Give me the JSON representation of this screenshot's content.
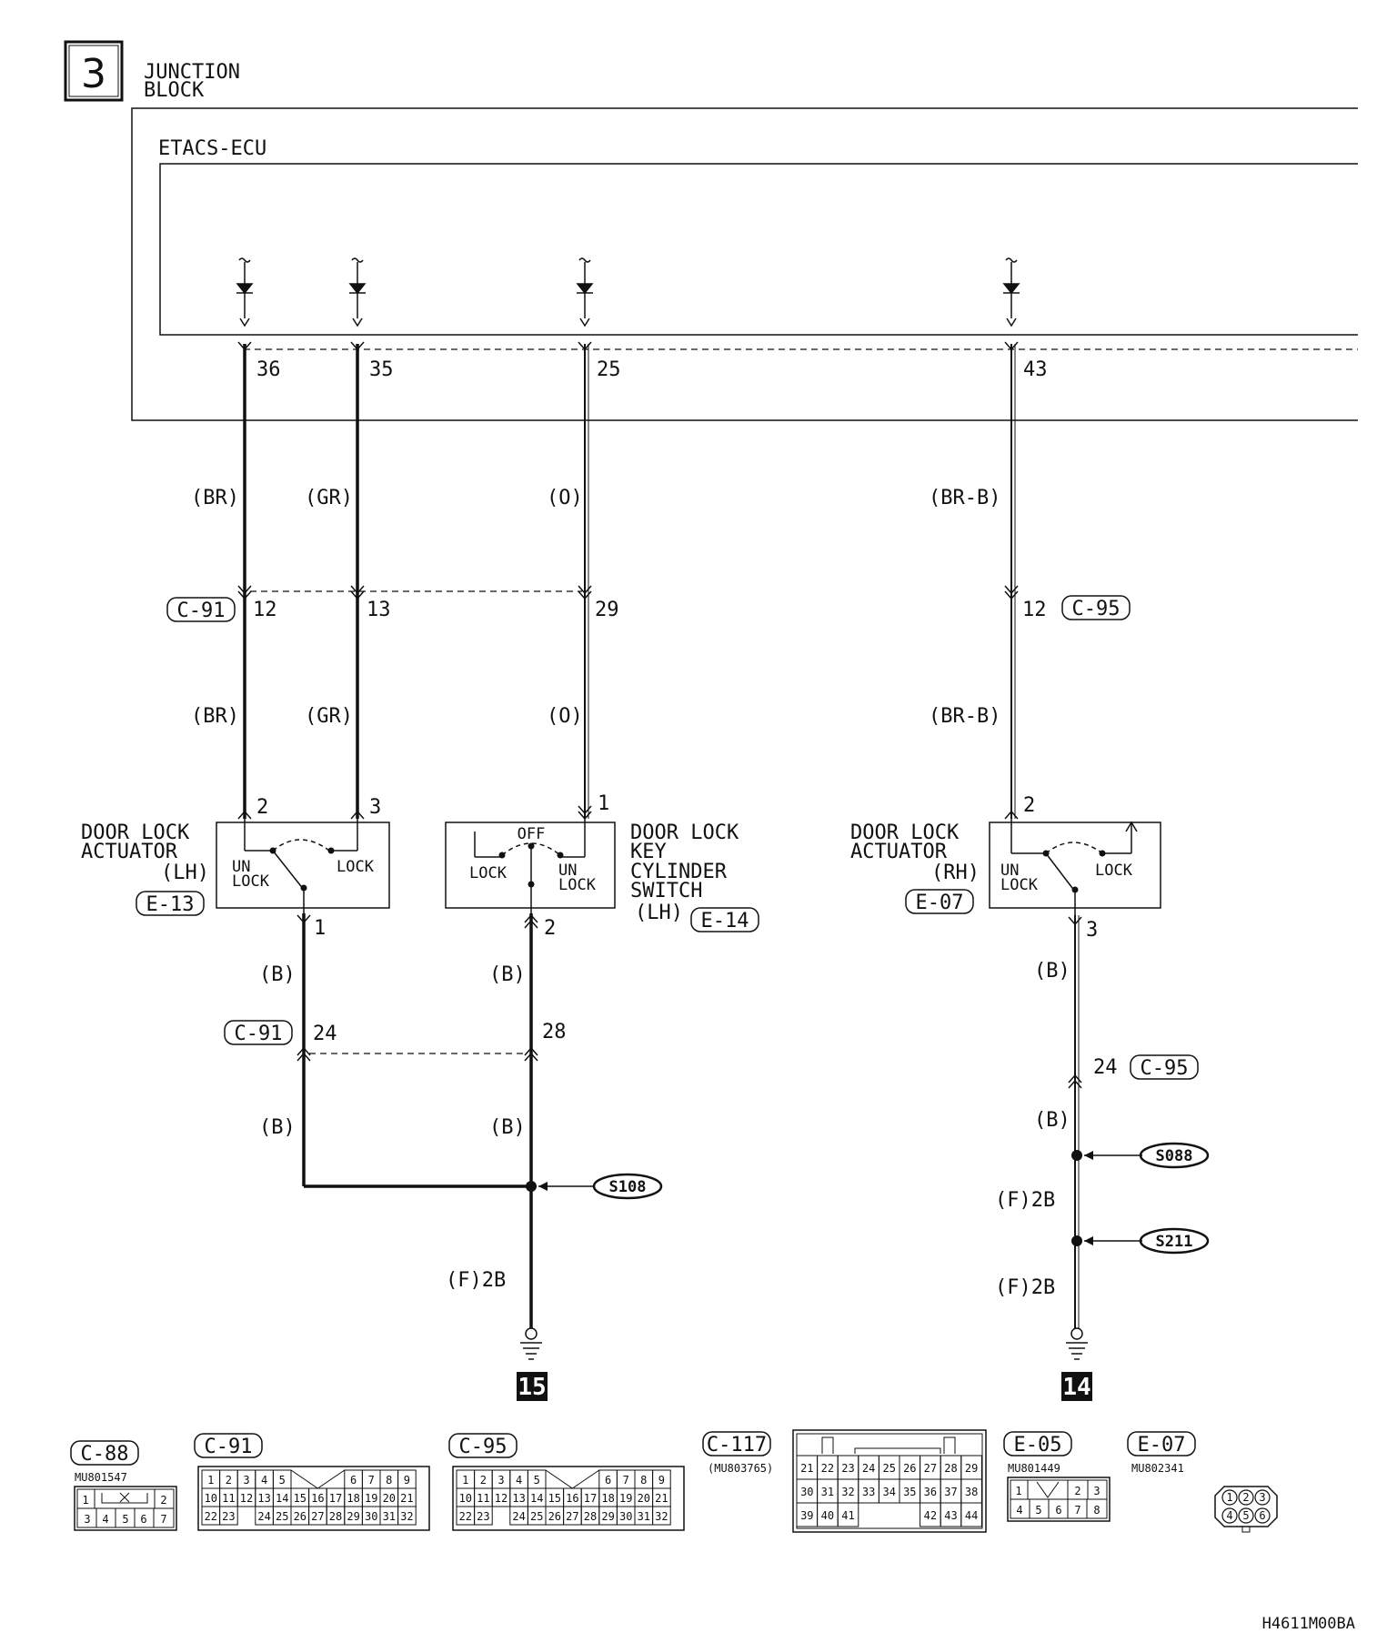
{
  "header": {
    "block_number": "3",
    "junction_block_lines": [
      "JUNCTION",
      "BLOCK"
    ],
    "ecu_label": "ETACS-ECU"
  },
  "ecu_pins": [
    "36",
    "35",
    "25",
    "43"
  ],
  "wire_colors": {
    "br": "(BR)",
    "gr": "(GR)",
    "o": "(O)",
    "brb": "(BR-B)",
    "b": "(B)",
    "f2b": "(F)2B"
  },
  "connector_pins": {
    "c91_12": "12",
    "c91_13": "13",
    "c91_29": "29",
    "c95_12": "12",
    "c91_24": "24",
    "c91_28": "28",
    "c95_24": "24"
  },
  "connector_refs": {
    "c91": "C-91",
    "c95": "C-95",
    "e13": "E-13",
    "e14": "E-14",
    "e07": "E-07"
  },
  "components": {
    "actuator_lh": {
      "title_lines": [
        "DOOR LOCK",
        "ACTUATOR",
        "(LH)"
      ],
      "unlock_lines": [
        "UN",
        "LOCK"
      ],
      "lock": "LOCK",
      "pins": [
        "2",
        "3",
        "1"
      ]
    },
    "key_switch": {
      "title_lines": [
        "DOOR LOCK",
        "KEY",
        "CYLINDER",
        "SWITCH",
        "(LH)"
      ],
      "off": "OFF",
      "lock": "LOCK",
      "unlock_lines": [
        "UN",
        "LOCK"
      ],
      "pins": [
        "1",
        "2"
      ]
    },
    "actuator_rh": {
      "title_lines": [
        "DOOR LOCK",
        "ACTUATOR",
        "(RH)"
      ],
      "unlock_lines": [
        "UN",
        "LOCK"
      ],
      "lock": "LOCK",
      "pins": [
        "2",
        "3"
      ]
    }
  },
  "splices": [
    "S108",
    "S088",
    "S211"
  ],
  "grounds": [
    "15",
    "14"
  ],
  "connector_views": {
    "c88": {
      "ref": "C-88",
      "part": "MU801547",
      "rows": [
        [
          "1",
          "2"
        ],
        [
          "3",
          "4",
          "5",
          "6",
          "7"
        ]
      ]
    },
    "c91": {
      "ref": "C-91",
      "rows": [
        [
          "1",
          "2",
          "3",
          "4",
          "5",
          "6",
          "7",
          "8",
          "9"
        ],
        [
          "10",
          "11",
          "12",
          "13",
          "14",
          "15",
          "16",
          "17",
          "18",
          "19",
          "20",
          "21"
        ],
        [
          "22",
          "23",
          "24",
          "25",
          "26",
          "27",
          "28",
          "29",
          "30",
          "31",
          "32"
        ]
      ]
    },
    "c95": {
      "ref": "C-95",
      "rows": [
        [
          "1",
          "2",
          "3",
          "4",
          "5",
          "6",
          "7",
          "8",
          "9"
        ],
        [
          "10",
          "11",
          "12",
          "13",
          "14",
          "15",
          "16",
          "17",
          "18",
          "19",
          "20",
          "21"
        ],
        [
          "22",
          "23",
          "24",
          "25",
          "26",
          "27",
          "28",
          "29",
          "30",
          "31",
          "32"
        ]
      ]
    },
    "c117": {
      "ref": "C-117",
      "part": "(MU803765)",
      "rows": [
        [
          "21",
          "22",
          "23",
          "24",
          "25",
          "26",
          "27",
          "28",
          "29"
        ],
        [
          "30",
          "31",
          "32",
          "33",
          "34",
          "35",
          "36",
          "37",
          "38"
        ],
        [
          "39",
          "40",
          "41",
          "42",
          "43",
          "44"
        ]
      ]
    },
    "e05": {
      "ref": "E-05",
      "part": "MU801449",
      "rows": [
        [
          "1",
          "2",
          "3"
        ],
        [
          "4",
          "5",
          "6",
          "7",
          "8"
        ]
      ]
    },
    "e07": {
      "ref": "E-07",
      "part": "MU802341",
      "cavities": [
        "1",
        "2",
        "3",
        "4",
        "5",
        "6"
      ]
    }
  },
  "footer_code": "H4611M00BA"
}
